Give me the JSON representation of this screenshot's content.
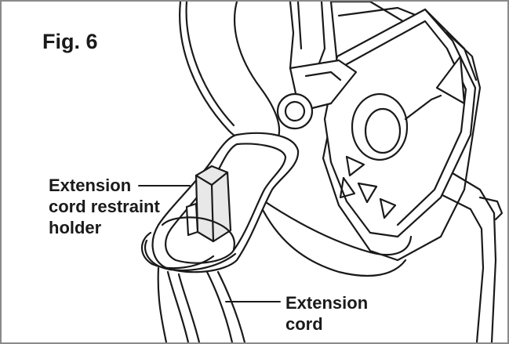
{
  "figure": {
    "title": "Fig. 6",
    "labels": {
      "holder_line1": "Extension",
      "holder_line2": "cord restraint",
      "holder_line3": "holder",
      "cord_line1": "Extension",
      "cord_line2": "cord"
    }
  },
  "colors": {
    "line": "#1a1a1a",
    "frame": "#8a8a8a",
    "shade": "#e8e8e8",
    "background": "#ffffff"
  }
}
